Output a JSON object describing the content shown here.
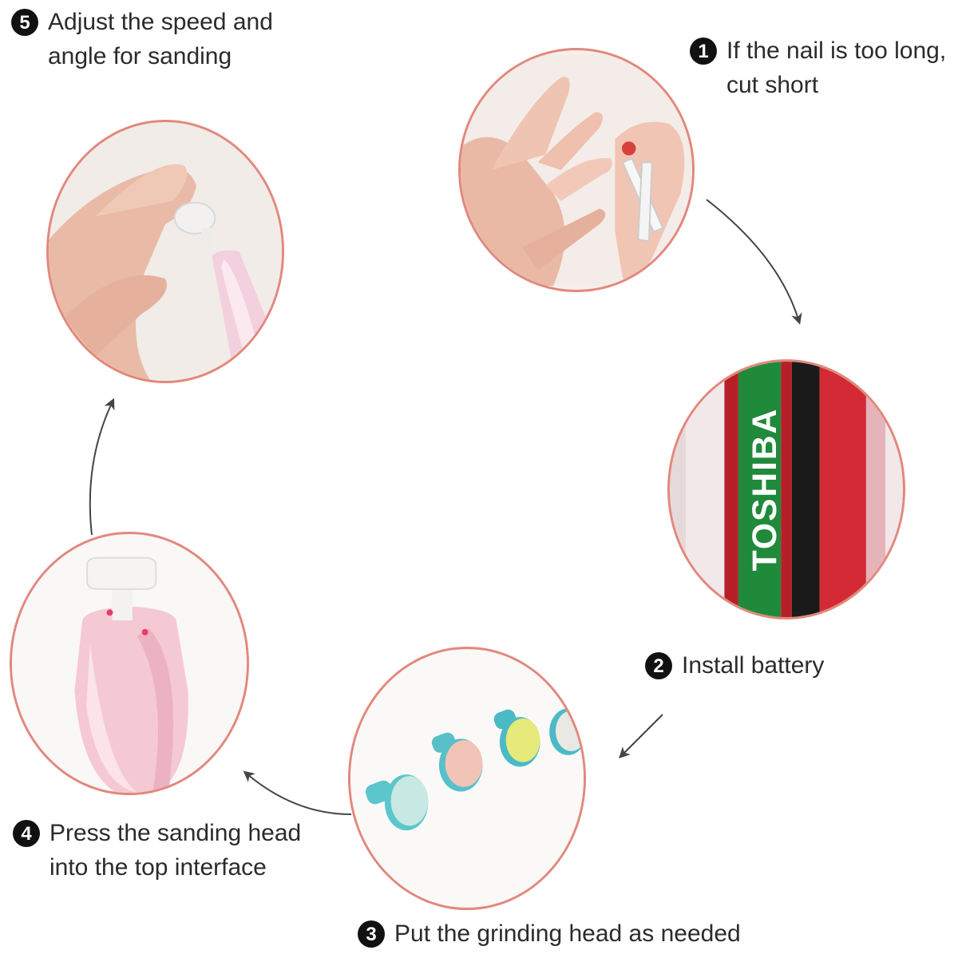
{
  "steps": [
    {
      "number": "1",
      "text": "If the nail is too long,\n cut short"
    },
    {
      "number": "2",
      "text": "Install battery"
    },
    {
      "number": "3",
      "text": "Put the grinding head as needed"
    },
    {
      "number": "4",
      "text": "Press the sanding head\ninto the top interface"
    },
    {
      "number": "5",
      "text": "Adjust the speed and\nangle for sanding"
    }
  ],
  "battery_brand": "TOSHIBA",
  "colors": {
    "circle_border": "#e2887c",
    "arrow": "#444444",
    "badge": "#111111"
  }
}
